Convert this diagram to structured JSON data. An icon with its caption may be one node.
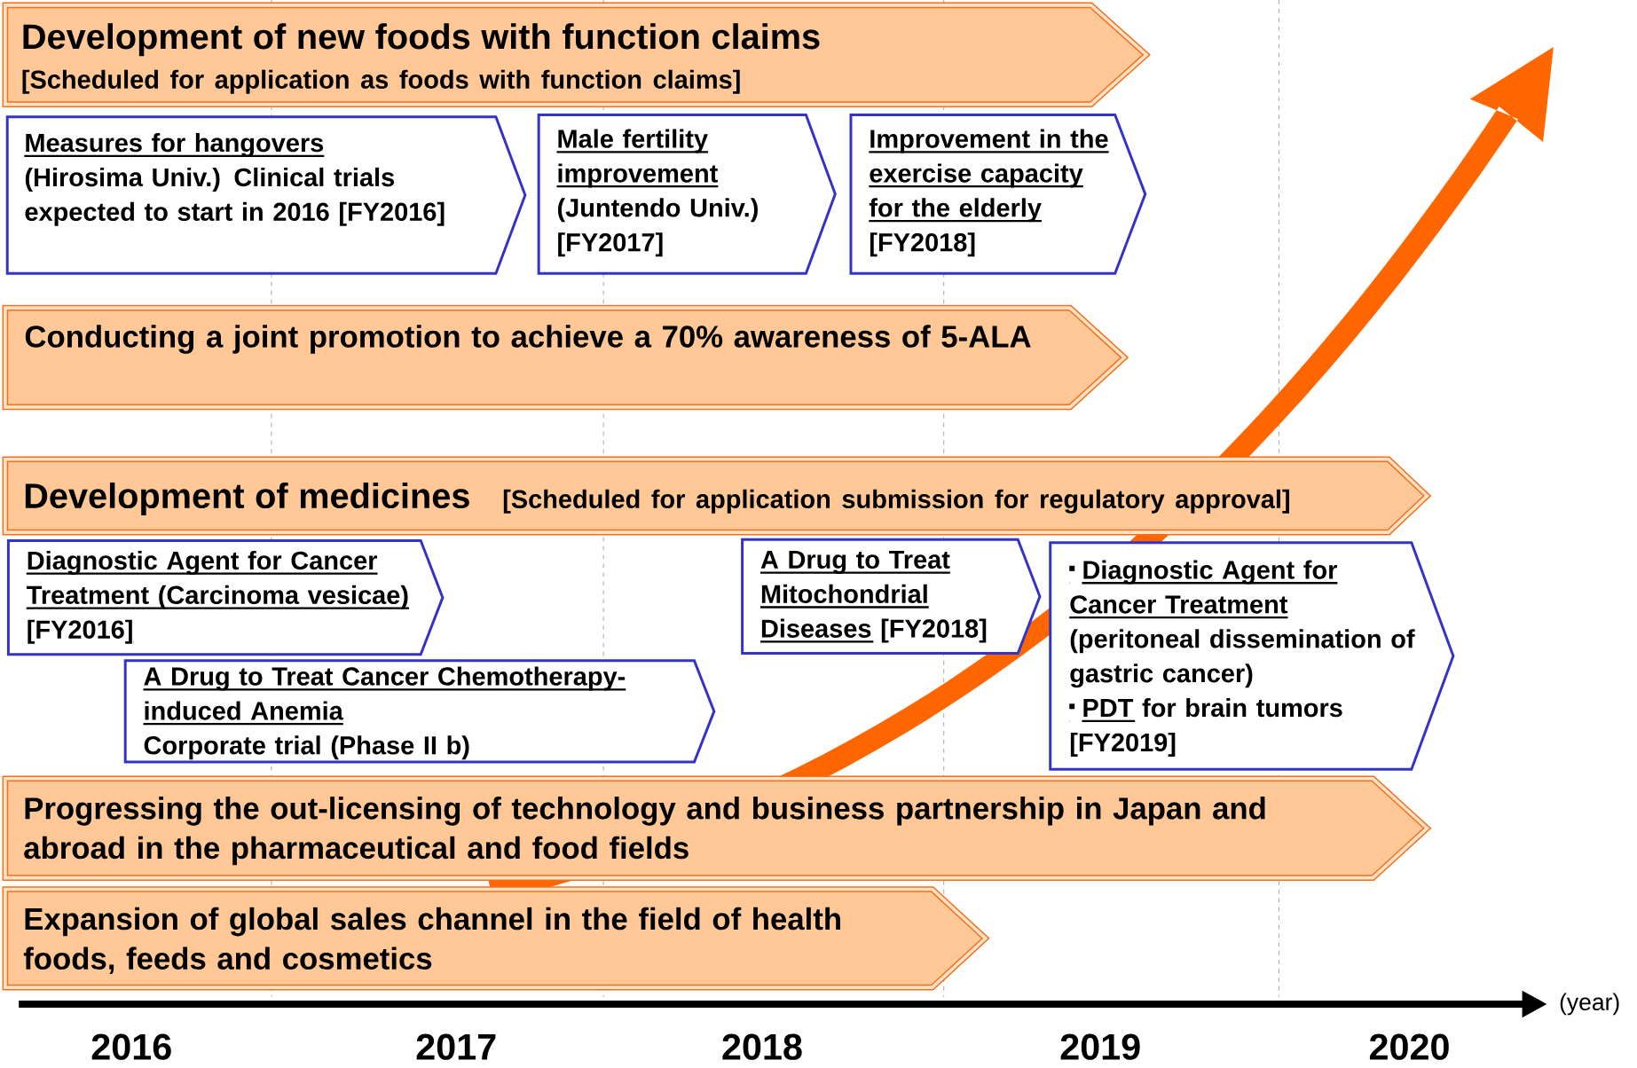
{
  "diagram": {
    "nodes": [
      {
        "text": [
          "Development of new foods with function claims",
          "[Scheduled for application as foods with function claims]"
        ]
      },
      {
        "text": [
          "Measures for hangovers",
          "(Hirosima Univ.) Clinical trials expected to start in 2016 [FY2016]"
        ]
      },
      {
        "text": [
          "Male fertility improvement",
          "(Juntendo Univ.) [FY2017]"
        ]
      },
      {
        "text": [
          "Improvement in the exercise capacity for the elderly",
          "[FY2018]"
        ]
      },
      {
        "text": [
          "Conducting a joint promotion to achieve a 70% awareness of 5-ALA"
        ]
      },
      {
        "text": [
          "Development of medicines",
          "[Scheduled for application submission for regulatory approval]"
        ]
      },
      {
        "text": [
          "Diagnostic Agent for Cancer Treatment (Carcinoma vesicae)",
          "[FY2016]"
        ]
      },
      {
        "text": [
          "A Drug to Treat Cancer Chemotherapy-induced Anemia",
          "Corporate trial (Phase II b)"
        ]
      },
      {
        "text": [
          "A Drug to Treat Mitochondrial Diseases",
          "[FY2018]"
        ]
      },
      {
        "text": [
          "Diagnostic Agent for Cancer Treatment",
          "(peritoneal dissemination of gastric cancer)",
          "PDT",
          "for brain tumors",
          "[FY2019]"
        ]
      },
      {
        "text": [
          "Progressing the out-licensing of technology and business partnership in Japan and abroad in the pharmaceutical and food fields"
        ]
      },
      {
        "text": [
          "Expansion of global sales channel in the field of health foods, feeds and cosmetics"
        ]
      }
    ],
    "labels": [
      "(year)",
      "2016",
      "2017",
      "2018",
      "2019",
      "2020"
    ]
  }
}
